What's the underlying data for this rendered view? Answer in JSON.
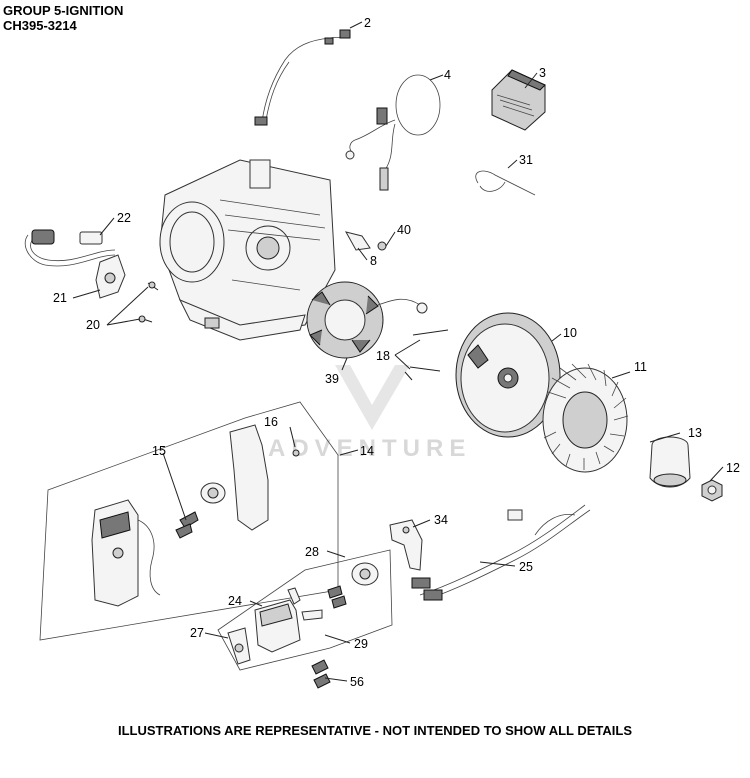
{
  "header": {
    "title": "GROUP 5-IGNITION",
    "model": "CH395-3214"
  },
  "watermark": "ADVENTURE",
  "footer": "ILLUSTRATIONS ARE REPRESENTATIVE - NOT INTENDED TO SHOW ALL DETAILS",
  "callouts": [
    "2",
    "3",
    "4",
    "31",
    "22",
    "40",
    "8",
    "21",
    "20",
    "10",
    "18",
    "39",
    "11",
    "16",
    "14",
    "13",
    "15",
    "12",
    "34",
    "28",
    "25",
    "24",
    "29",
    "27",
    "56"
  ]
}
